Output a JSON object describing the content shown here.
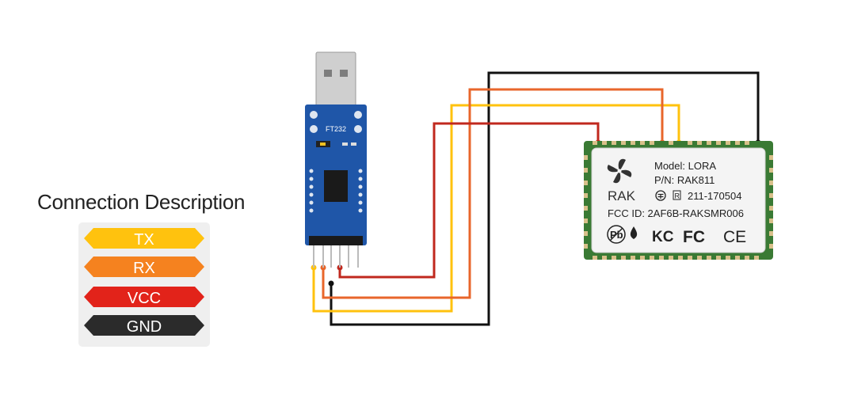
{
  "legend": {
    "title": "Connection Description",
    "items": [
      {
        "label": "TX",
        "color": "#ffc20e",
        "text_color": "#ffffff"
      },
      {
        "label": "RX",
        "color": "#f5821f",
        "text_color": "#ffffff"
      },
      {
        "label": "VCC",
        "color": "#e2231a",
        "text_color": "#ffffff"
      },
      {
        "label": "GND",
        "color": "#2b2b2b",
        "text_color": "#ffffff"
      }
    ]
  },
  "adapter": {
    "chip_label": "FT232",
    "board_color": "#1f56a8",
    "usb_color": "#c9c9c9"
  },
  "module": {
    "brand": "RAK",
    "model_line": "Model: LORA",
    "pn_line": "P/N: RAK811",
    "cert_line": "211-170504",
    "fcc_line": "FCC ID: 2AF6B-RAKSMR006",
    "marks": [
      "Pb",
      "KC",
      "FC",
      "CE"
    ],
    "pcb_color": "#3a7a34"
  },
  "wires": {
    "tx_color": "#ffc20e",
    "rx_color": "#e8662b",
    "vcc_color": "#c0281e",
    "gnd_color": "#111111"
  }
}
